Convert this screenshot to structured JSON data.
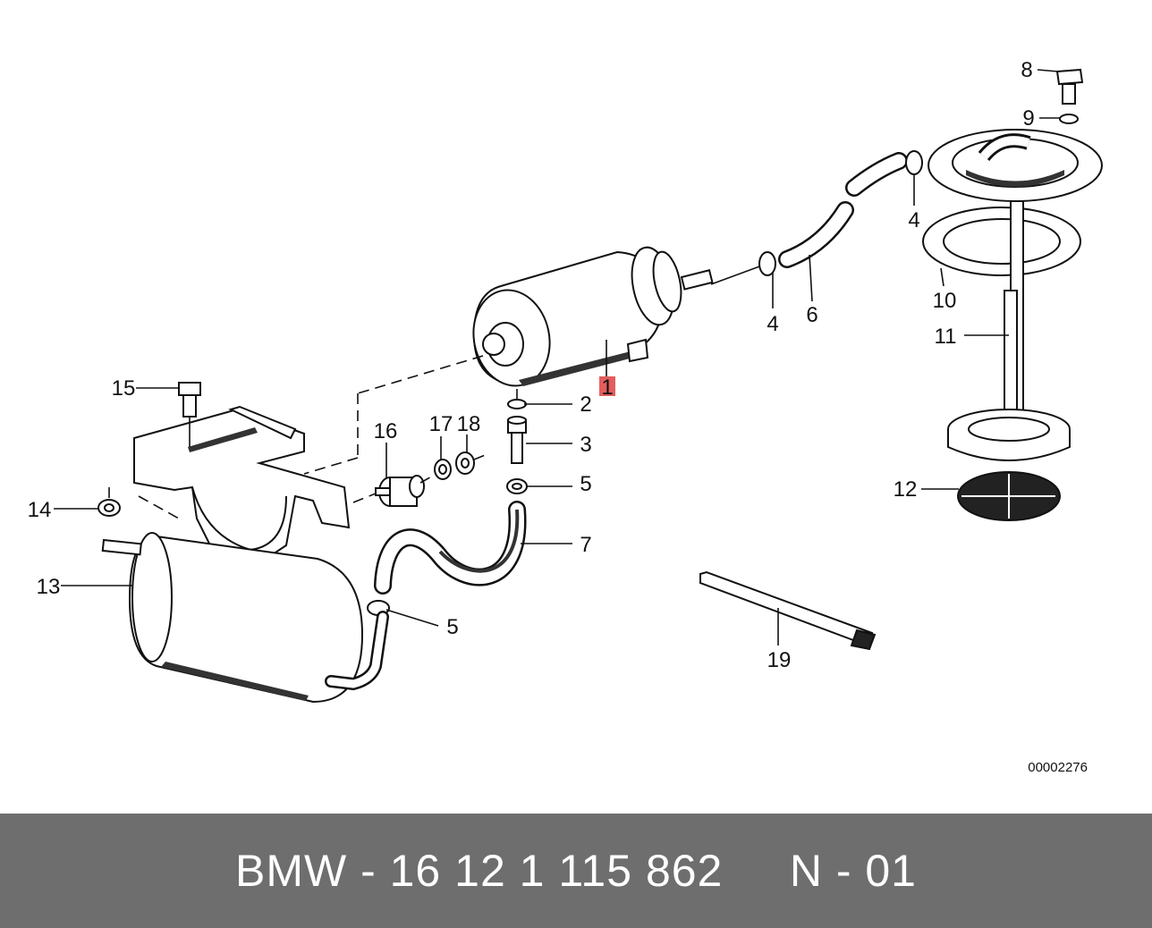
{
  "callouts": {
    "c1": "1",
    "c2": "2",
    "c3": "3",
    "c4a": "4",
    "c4b": "4",
    "c5a": "5",
    "c5b": "5",
    "c6": "6",
    "c7": "7",
    "c8": "8",
    "c9": "9",
    "c10": "10",
    "c11": "11",
    "c12": "12",
    "c13": "13",
    "c14": "14",
    "c15": "15",
    "c16": "16",
    "c17": "17",
    "c18": "18",
    "c19": "19"
  },
  "highlight_color": "#e35d5d",
  "diagram_code": "00002276",
  "footer": {
    "brand": "BMW",
    "part_number": "16 12 1 115 862",
    "suffix": "N - 01",
    "text": "BMW - 16 12 1 115 862     N - 01"
  }
}
